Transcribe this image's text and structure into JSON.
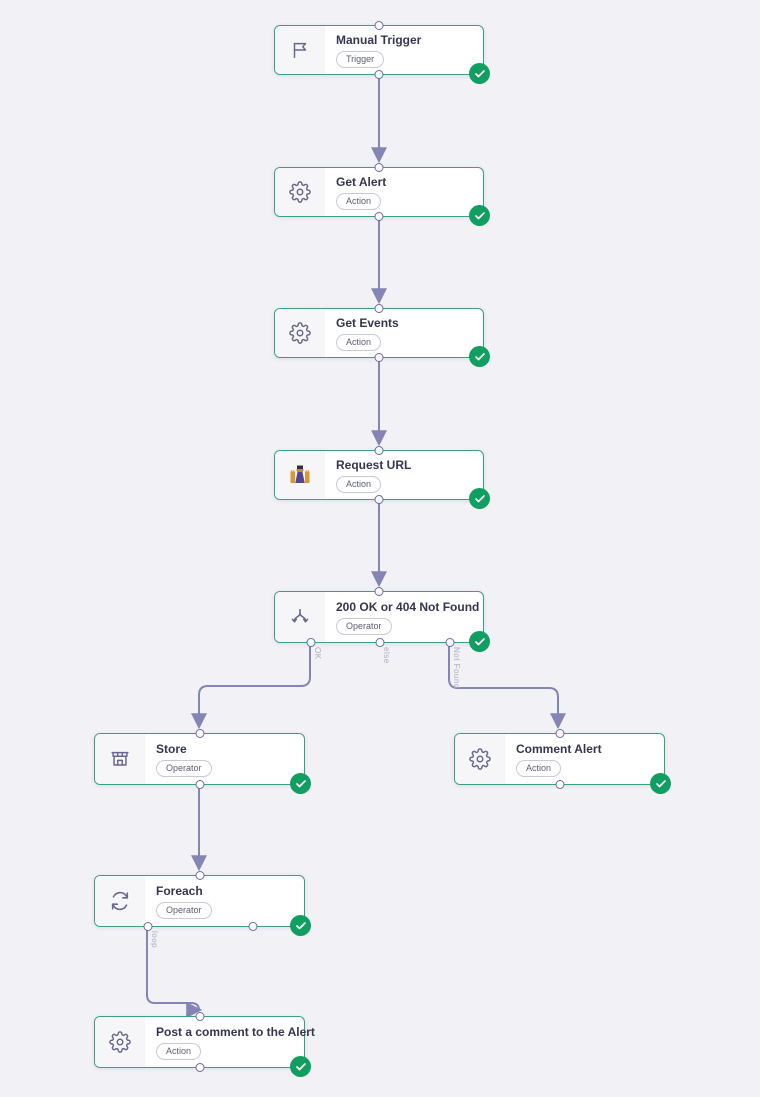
{
  "workflow": {
    "nodes": [
      {
        "id": "manual-trigger",
        "title": "Manual Trigger",
        "badge": "Trigger",
        "icon": "flag-icon",
        "status": "success"
      },
      {
        "id": "get-alert",
        "title": "Get Alert",
        "badge": "Action",
        "icon": "gear-icon",
        "status": "success"
      },
      {
        "id": "get-events",
        "title": "Get Events",
        "badge": "Action",
        "icon": "gear-icon",
        "status": "success"
      },
      {
        "id": "request-url",
        "title": "Request URL",
        "badge": "Action",
        "icon": "http-app-icon",
        "status": "success"
      },
      {
        "id": "condition",
        "title": "200 OK or 404 Not Found",
        "badge": "Operator",
        "icon": "branch-icon",
        "status": "success"
      },
      {
        "id": "store",
        "title": "Store",
        "badge": "Operator",
        "icon": "store-icon",
        "status": "success"
      },
      {
        "id": "comment-alert",
        "title": "Comment Alert",
        "badge": "Action",
        "icon": "gear-icon",
        "status": "success"
      },
      {
        "id": "foreach",
        "title": "Foreach",
        "badge": "Operator",
        "icon": "loop-icon",
        "status": "success"
      },
      {
        "id": "post-comment",
        "title": "Post a comment to the Alert",
        "badge": "Action",
        "icon": "gear-icon",
        "status": "success"
      }
    ],
    "branch_labels": {
      "ok": "OK",
      "else": "else",
      "not_found": "Not Found",
      "loop": "loop"
    },
    "colors": {
      "canvas_background": "#f1f1f6",
      "node_border": "#39a086",
      "connector": "#8585b5",
      "success_badge": "#119e61",
      "port_border": "#6a6aac"
    }
  }
}
